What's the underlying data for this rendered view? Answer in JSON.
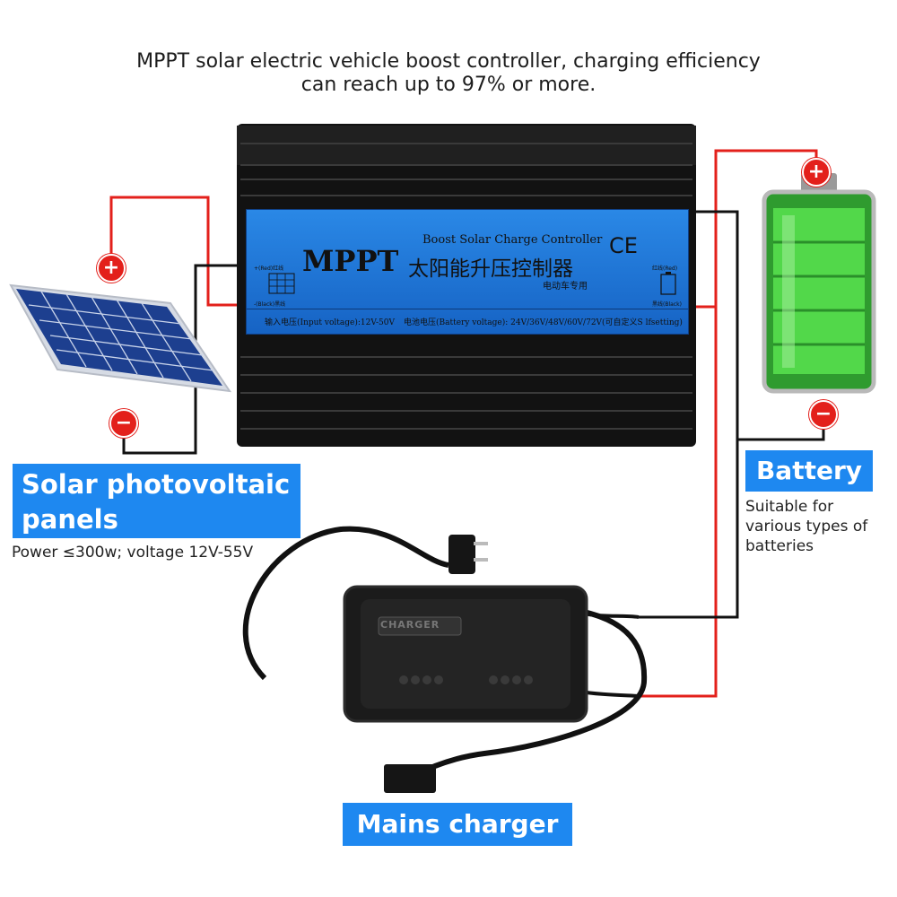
{
  "headline": {
    "line1": "MPPT solar electric vehicle boost controller, charging efficiency",
    "line2": "can reach up to 97% or more."
  },
  "controller": {
    "brand": "MPPT",
    "title_en": "Boost Solar Charge Controller",
    "title_cn": "太阳能升压控制器",
    "subtitle_cn": "电动车专用",
    "ce_mark": "CE",
    "input_voltage": "输入电压(Input voltage):12V-50V",
    "battery_voltage": "电池电压(Battery voltage): 24V/36V/48V/60V/72V(可自定义S lfsetting)",
    "left_red": "+(Red)红线",
    "left_black": "-(Black)黑线",
    "right_red": "红线(Red)",
    "right_black": "黑线(Black)"
  },
  "solar": {
    "title_line1": "Solar photovoltaic",
    "title_line2": "panels",
    "subtitle": "Power ≤300w; voltage 12V-55V",
    "plus_symbol": "+",
    "minus_symbol": "−"
  },
  "battery": {
    "title": "Battery",
    "subtitle_line1": "Suitable for",
    "subtitle_line2": "various types of",
    "subtitle_line3": "batteries",
    "plus_symbol": "+",
    "minus_symbol": "−"
  },
  "charger": {
    "title": "Mains charger",
    "device_label": "CHARGER"
  },
  "colors": {
    "accent_blue": "#1e88f0",
    "wire_red": "#e3201b",
    "wire_black": "#111111",
    "battery_green": "#3cc43a"
  }
}
